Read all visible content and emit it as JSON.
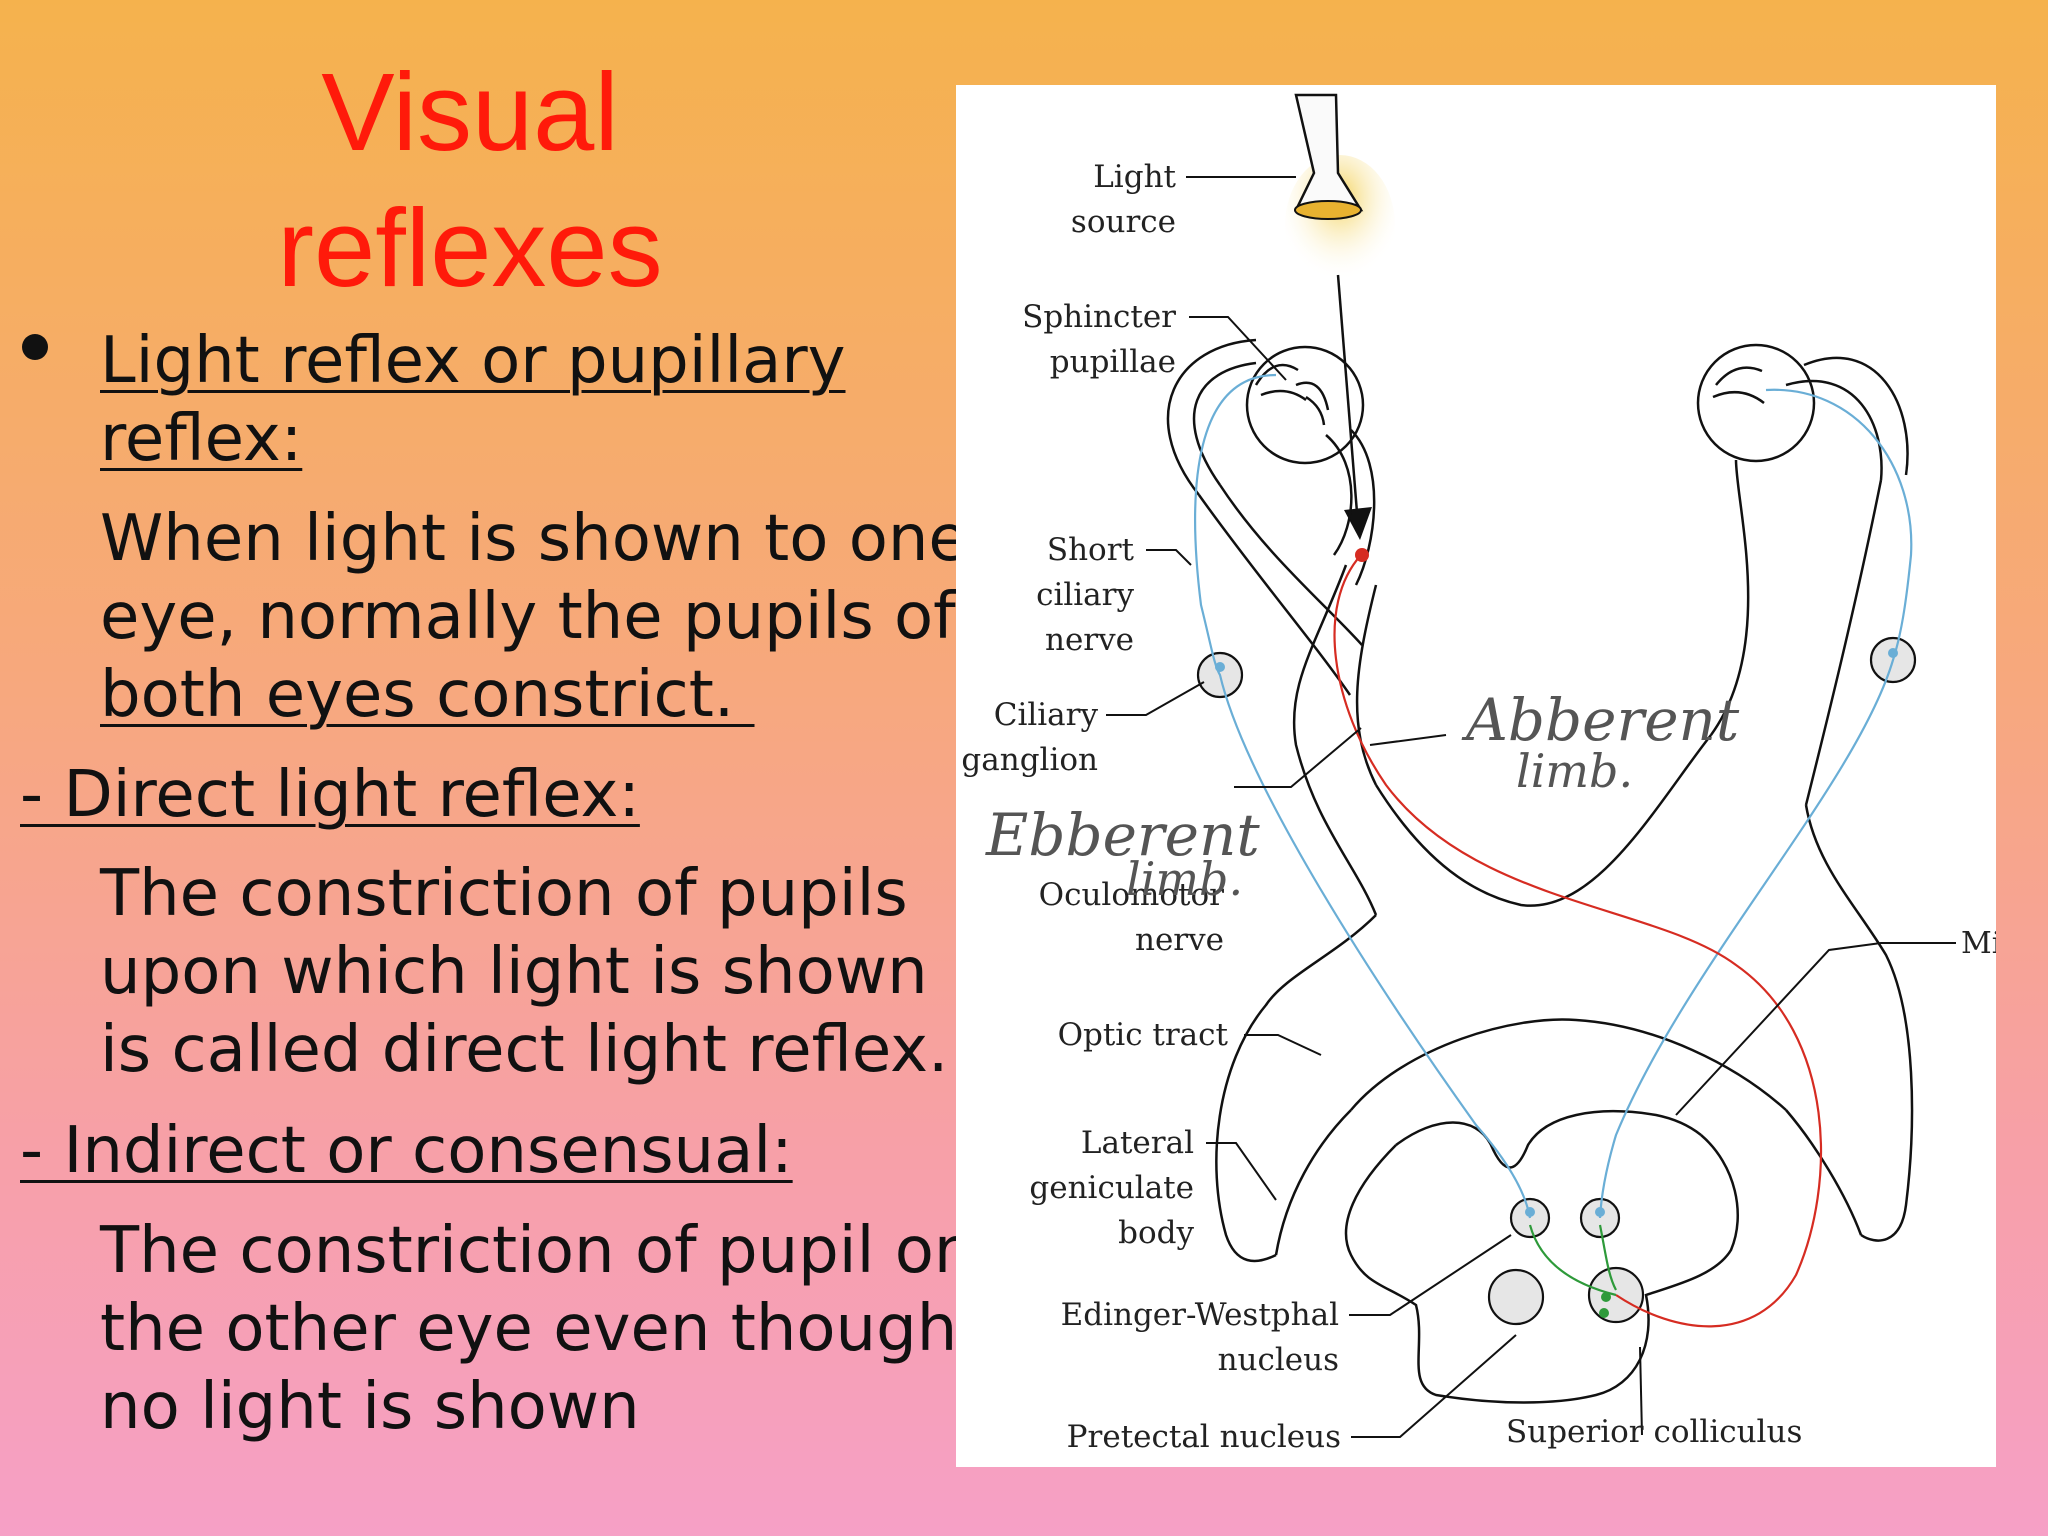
{
  "slide": {
    "title_line1": "Visual",
    "title_line2": "reflexes",
    "bullet_heading_line1": "Light reflex or pupillary",
    "bullet_heading_line2": "reflex:",
    "para1_line1": "When light is shown to one",
    "para1_line2": "eye, normally the pupils of",
    "para1_line3": "both eyes constrict. ",
    "direct_heading": "- Direct light reflex:",
    "direct_line1": "The constriction of pupils",
    "direct_line2": "upon which light is shown",
    "direct_line3": "is called direct light reflex.",
    "indirect_heading": "- Indirect or consensual:",
    "indirect_line1": "The constriction of pupil on",
    "indirect_line2": "the other eye even though",
    "indirect_line3": "no light is shown"
  },
  "diagram": {
    "labels": {
      "light_1": "Light",
      "light_2": "source",
      "sphincter_1": "Sphincter",
      "sphincter_2": "pupillae",
      "short_1": "Short",
      "short_2": "ciliary",
      "short_3": "nerve",
      "ciliary_1": "Ciliary",
      "ciliary_2": "ganglion",
      "oculomotor_1": "Oculomotor",
      "oculomotor_2": "nerve",
      "optic_tract": "Optic tract",
      "lateral_1": "Lateral",
      "lateral_2": "geniculate",
      "lateral_3": "body",
      "edinger_1": "Edinger-Westphal",
      "edinger_2": "nucleus",
      "pretectal": "Pretectal nucleus",
      "superior": "Superior colliculus",
      "midbrain": "Midbrain"
    },
    "handwritten": {
      "efferent_1": "Ebberent",
      "efferent_2": "limb.",
      "afferent_1": "Abberent",
      "afferent_2": "limb."
    },
    "colors": {
      "afferent_path": "#d62c22",
      "efferent_path": "#6aaed6",
      "interneuron_path": "#2e9a3a",
      "outline": "#111111"
    }
  }
}
